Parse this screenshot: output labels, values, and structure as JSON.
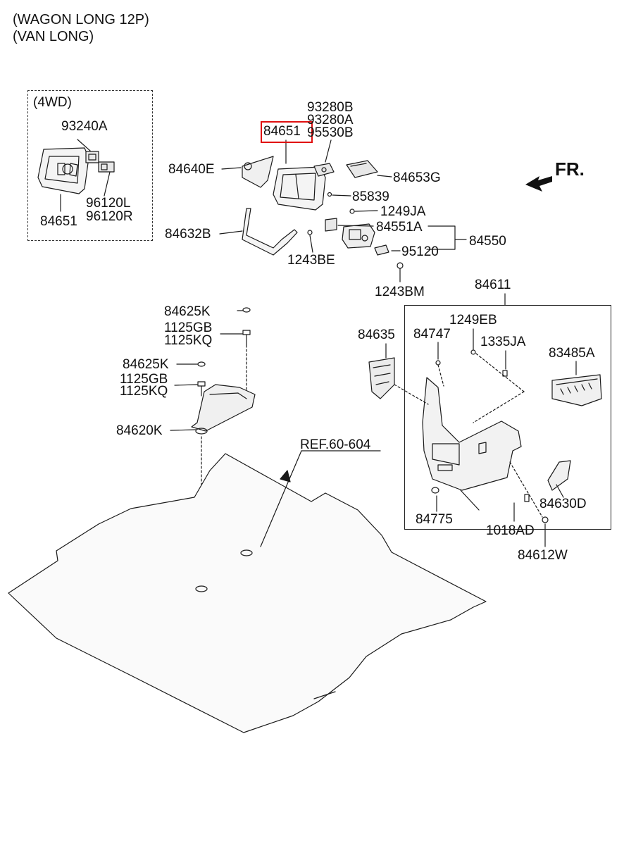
{
  "header": {
    "line1": "(WAGON LONG 12P)",
    "line2": "(VAN LONG)"
  },
  "fr_marker": "FR.",
  "variant_box": {
    "title": "(4WD)",
    "labels": {
      "p93240A": "93240A",
      "p84651": "84651",
      "p96120L": "96120L",
      "p96120R": "96120R"
    }
  },
  "highlighted_part": "84651",
  "labels": {
    "p93280B": "93280B",
    "p93280A": "93280A",
    "p95530B": "95530B",
    "p84640E": "84640E",
    "p84653G": "84653G",
    "p85839": "85839",
    "p1249JA": "1249JA",
    "p84551A": "84551A",
    "p84550": "84550",
    "p84632B": "84632B",
    "p95120": "95120",
    "p1243BE": "1243BE",
    "p1243BM": "1243BM",
    "p84611": "84611",
    "p84625K_a": "84625K",
    "p1125GB_a": "1125GB",
    "p1125KQ_a": "1125KQ",
    "p84625K_b": "84625K",
    "p1125GB_b": "1125GB",
    "p1125KQ_b": "1125KQ",
    "p84620K": "84620K",
    "ref": "REF.60-604",
    "p84635": "84635",
    "p84747": "84747",
    "p1249EB": "1249EB",
    "p1335JA": "1335JA",
    "p83485A": "83485A",
    "p84775": "84775",
    "p84630D": "84630D",
    "p1018AD": "1018AD",
    "p84612W": "84612W"
  },
  "colors": {
    "highlight": "#e01010",
    "line": "#1a1a1a"
  }
}
